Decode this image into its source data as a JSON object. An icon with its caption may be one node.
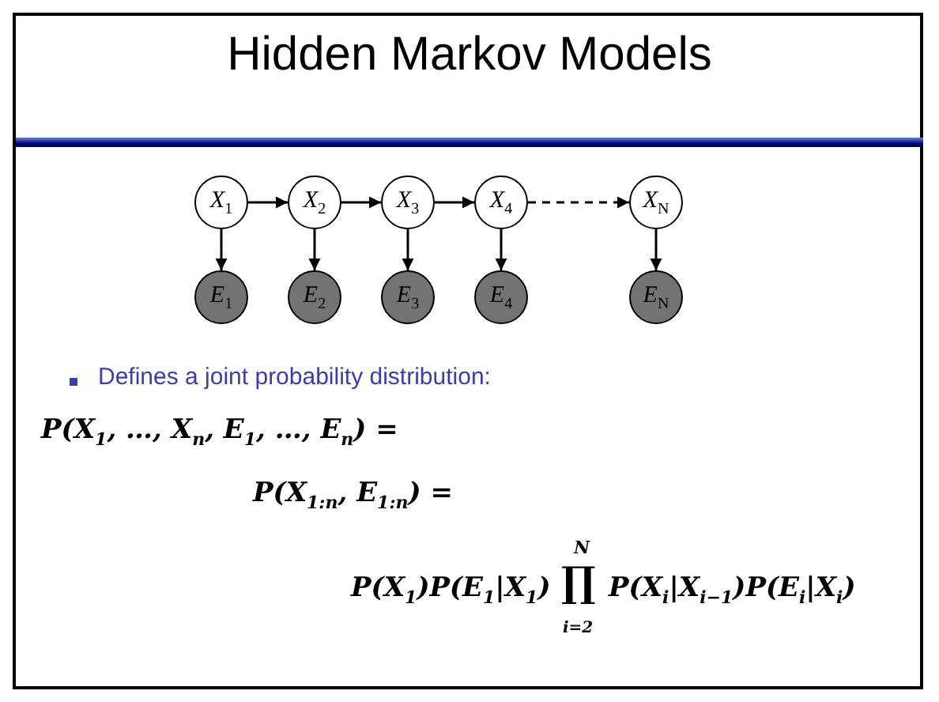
{
  "diagram": {
    "title": "Hidden Markov Models",
    "nodes": [
      {
        "text": [
          "X$_{1}$"
        ]
      },
      {
        "text": [
          "X$_{2}$"
        ]
      },
      {
        "text": [
          "X$_{3}$"
        ]
      },
      {
        "text": [
          "X$_{4}$"
        ]
      },
      {
        "text": [
          "X$_{N}$"
        ]
      },
      {
        "text": [
          "E$_{1}$"
        ]
      },
      {
        "text": [
          "E$_{2}$"
        ]
      },
      {
        "text": [
          "E$_{3}$"
        ]
      },
      {
        "text": [
          "E$_{4}$"
        ]
      },
      {
        "text": [
          "E$_{N}$"
        ]
      }
    ],
    "edges": [
      {
        "from": 0,
        "to": 1,
        "arrow": "to"
      },
      {
        "from": 1,
        "to": 2,
        "arrow": "to"
      },
      {
        "from": 2,
        "to": 3,
        "arrow": "to"
      },
      {
        "from": 3,
        "to": 4,
        "arrow": "to",
        "style": "dashed"
      },
      {
        "from": 0,
        "to": 5,
        "arrow": "to"
      },
      {
        "from": 1,
        "to": 6,
        "arrow": "to"
      },
      {
        "from": 2,
        "to": 7,
        "arrow": "to"
      },
      {
        "from": 3,
        "to": 8,
        "arrow": "to"
      },
      {
        "from": 4,
        "to": 9,
        "arrow": "to"
      }
    ],
    "labels": [
      "Defines a joint probability distribution:",
      "P(X$_{1}$, …, X$_{n}$, E$_{1}$, …, E$_{n}$) =",
      "P(X$_{1:n}$, E$_{1:n}$) =",
      "P(X$_{1}$)P(E$_{1}$|X$_{1}$)",
      "N",
      "∏",
      "i=2",
      "P(X$_{i}$|X$_{i−1}$)P(E$_{i}$|X$_{i}$)"
    ]
  }
}
